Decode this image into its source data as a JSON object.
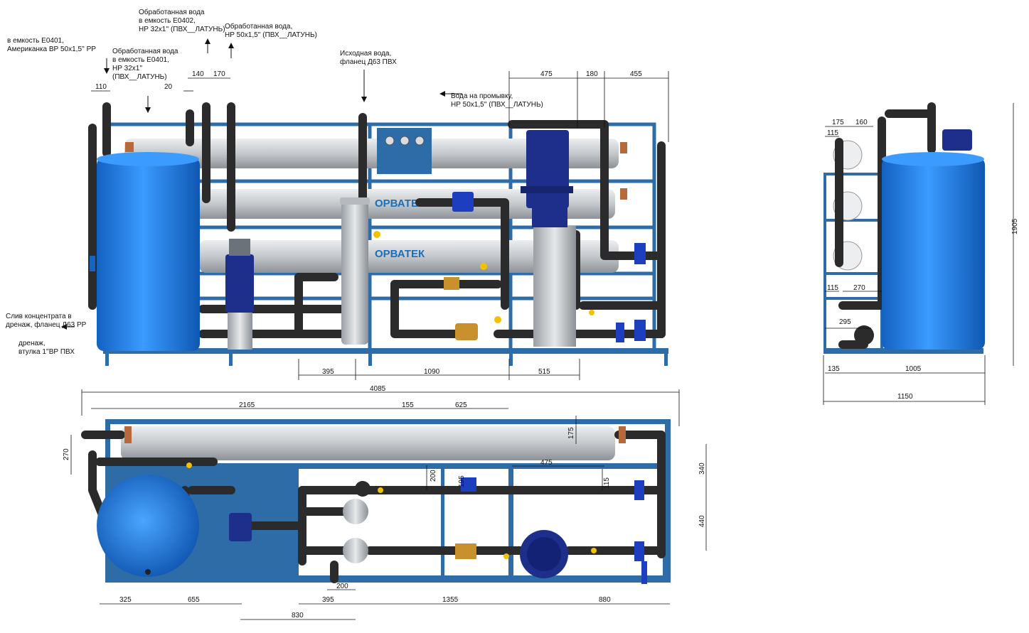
{
  "annotations": {
    "to_e0401": "в емкость Е0401,\nАмериканка ВР 50х1,5'' РР",
    "treated_e0401": "Обработанная вода\nв емкость Е0401,\nНР 32х1''\n(ПВХ__ЛАТУНЬ)",
    "treated_e0402": "Обработанная вода\nв емкость Е0402,\nНР 32х1'' (ПВХ__ЛАТУНЬ)",
    "treated_50": "Обработанная вода,\nНР 50х1,5'' (ПВХ__ЛАТУНЬ)",
    "source_water": "Исходная вода,\nфланец Д63 ПВХ",
    "flush_water": "Вода на промывку,\nНР 50х1,5'' (ПВХ__ЛАТУНЬ)",
    "concentrate_drain": "Слив концентрата в\nдренаж, фланец Д63 РР",
    "drain": "дренаж,\nвтулка 1''ВР ПВХ"
  },
  "brand": "ОРВАТЕК",
  "dims_front": {
    "d110": "110",
    "d140": "140",
    "d170": "170",
    "d20": "20",
    "d475": "475",
    "d180": "180",
    "d455": "455",
    "d395": "395",
    "d1090": "1090",
    "d515": "515"
  },
  "dims_side": {
    "d175": "175",
    "d160": "160",
    "d115a": "115",
    "d1905": "1905",
    "d115b": "115",
    "d270": "270",
    "d295": "295",
    "d135": "135",
    "d1005": "1005",
    "d1150": "1150"
  },
  "dims_top": {
    "d4085": "4085",
    "d2165": "2165",
    "d155": "155",
    "d625": "625",
    "d270": "270",
    "d175": "175",
    "d200a": "200",
    "d195": "195",
    "d475": "475",
    "d115": "115",
    "d340": "340",
    "d440": "440",
    "d200b": "200",
    "d325": "325",
    "d655": "655",
    "d395": "395",
    "d1355": "1355",
    "d880": "880",
    "d830": "830"
  },
  "colors": {
    "frame": "#2e6ca8",
    "pipe": "#2b2b2b",
    "tank": "#1e7fe0",
    "membrane": "#c9ccd0",
    "pump": "#1d2f8a",
    "valve_brass": "#c8912e",
    "valve_yellow": "#f2c200",
    "dim_line": "#111111"
  }
}
